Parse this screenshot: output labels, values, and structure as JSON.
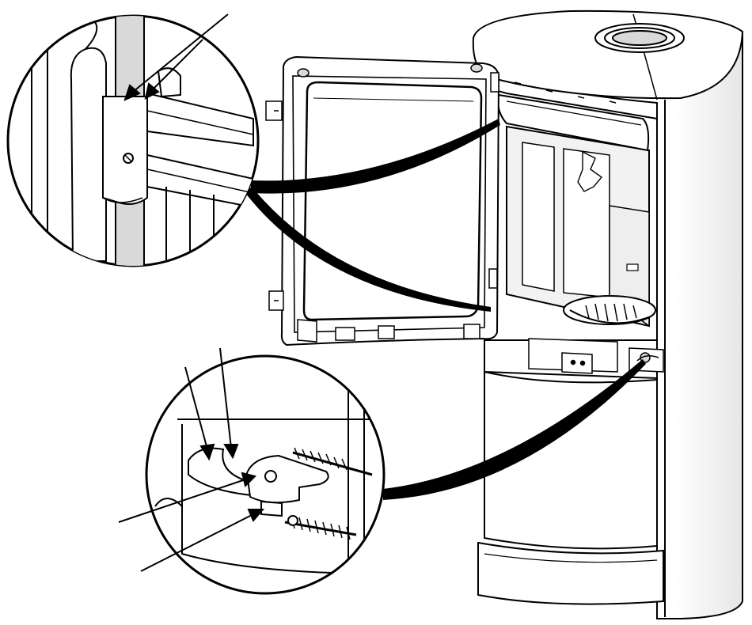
{
  "figure": {
    "kind": "exploded-view technical illustration",
    "subject": "stove-with-open-door",
    "callouts": [
      {
        "id": "door-hinge-detail",
        "subject": "upper-door-hinge-pin",
        "pointer_arrows": 2
      },
      {
        "id": "door-latch-detail",
        "subject": "lower-door-latch-with-spring",
        "pointer_arrows": 4
      }
    ],
    "colors": {
      "line": "#000000",
      "fill": "#ffffff",
      "shade": "#d9d9d9",
      "dark_shade": "#8c8c8c"
    }
  }
}
